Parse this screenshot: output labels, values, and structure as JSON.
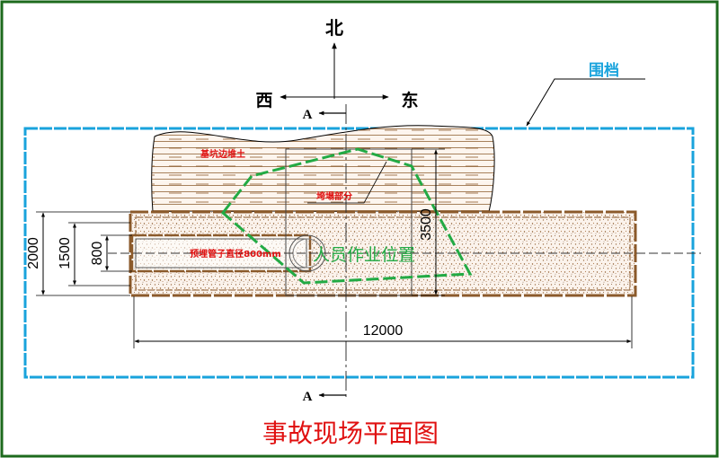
{
  "title": "事故现场平面图",
  "compass": {
    "north": "北",
    "west": "西",
    "east": "东"
  },
  "section_marks": {
    "top": "A",
    "bottom": "A"
  },
  "labels": {
    "fence": "围档",
    "spoil_pile": "基坑边堆土",
    "collapse_area": "垮塌部分",
    "pipe": "预埋管子直径800mm",
    "worker_position": "人员作业位置"
  },
  "dimensions": {
    "length": "12000",
    "width_2000": "2000",
    "width_1500": "1500",
    "width_800": "800",
    "depth_3500": "3500"
  },
  "colors": {
    "frame": "#1d6a1d",
    "fence": "#19a3dc",
    "pit_outline": "#8b5a2b",
    "collapse": "#22aa44",
    "title": "#e01010",
    "label_red": "#e01010",
    "line": "#000000"
  }
}
